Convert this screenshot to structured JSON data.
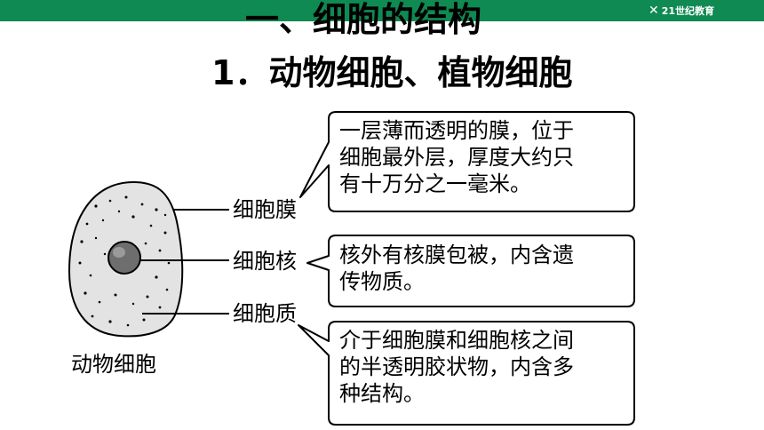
{
  "slide": {
    "title": "一、细胞的结构",
    "subtitle": "1．动物细胞、植物细胞",
    "logo_text": "21世纪教育",
    "brand_color": "#0f8a52"
  },
  "cell": {
    "caption": "动物细胞",
    "labels": {
      "membrane": "细胞膜",
      "nucleus": "细胞核",
      "cytoplasm": "细胞质"
    }
  },
  "callouts": {
    "membrane": [
      "一层薄而透明的膜，位于",
      "细胞最外层，厚度大约只",
      "有十万分之一毫米。"
    ],
    "nucleus": [
      "核外有核膜包被，内含遗",
      "传物质。"
    ],
    "cytoplasm": [
      "介于细胞膜和细胞核之间",
      "的半透明胶状物，内含多",
      "种结构。"
    ]
  }
}
